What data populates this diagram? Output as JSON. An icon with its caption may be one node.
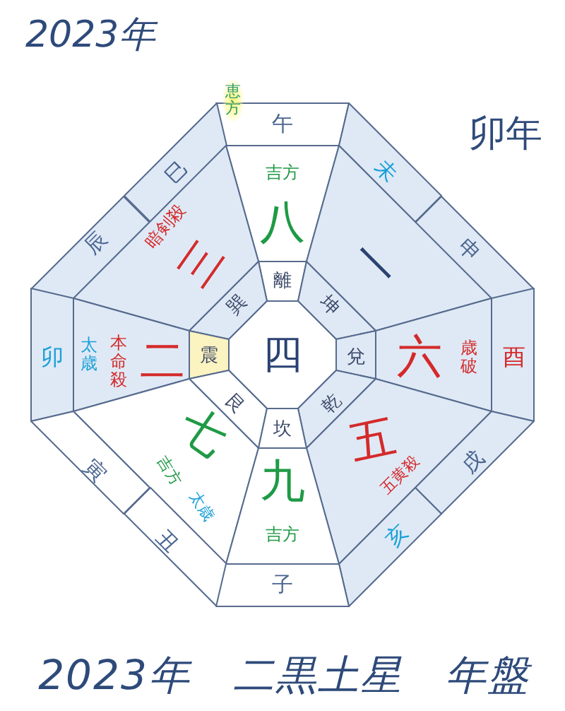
{
  "diagram": {
    "caption": "2023年　二黒土星　年盤",
    "nodes": [
      {
        "text": [
          "午"
        ]
      },
      {
        "text": [
          "巳"
        ]
      },
      {
        "text": [
          "未"
        ]
      },
      {
        "text": [
          "吉方",
          "八"
        ]
      },
      {
        "text": [
          "辰"
        ]
      },
      {
        "text": [
          "申"
        ]
      },
      {
        "text": [
          "暗剣殺",
          "三"
        ]
      },
      {
        "text": [
          "一"
        ]
      },
      {
        "text": [
          "離"
        ]
      },
      {
        "text": [
          "巽"
        ]
      },
      {
        "text": [
          "坤"
        ]
      },
      {
        "text": [
          "卯"
        ]
      },
      {
        "text": [
          "太歳",
          "本命殺",
          "二"
        ]
      },
      {
        "text": [
          "震"
        ]
      },
      {
        "text": [
          "四"
        ]
      },
      {
        "text": [
          "兌"
        ]
      },
      {
        "text": [
          "六",
          "歳破"
        ]
      },
      {
        "text": [
          "酉"
        ]
      },
      {
        "text": [
          "艮"
        ]
      },
      {
        "text": [
          "乾"
        ]
      },
      {
        "text": [
          "坎"
        ]
      },
      {
        "text": [
          "七",
          "吉方",
          "太歳"
        ]
      },
      {
        "text": [
          "五",
          "五黄殺"
        ]
      },
      {
        "text": [
          "寅"
        ]
      },
      {
        "text": [
          "戌"
        ]
      },
      {
        "text": [
          "九",
          "吉方"
        ]
      },
      {
        "text": [
          "丑"
        ]
      },
      {
        "text": [
          "亥"
        ]
      },
      {
        "text": [
          "子"
        ]
      }
    ],
    "labels": [
      "2023年",
      "恵方",
      "卯年"
    ]
  }
}
